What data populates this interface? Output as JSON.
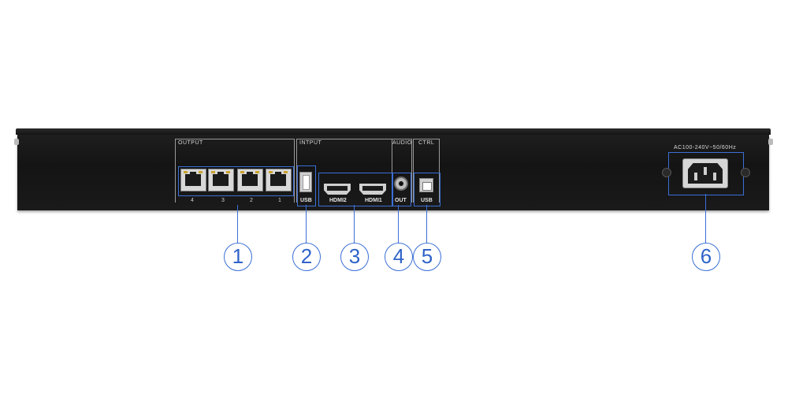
{
  "panels": {
    "output": "OUTPUT",
    "input": "INTPUT",
    "audio": "AUDIO",
    "ctrl": "CTRL",
    "power": "AC100-240V~50/60Hz"
  },
  "port_labels": {
    "ethernet": [
      "4",
      "3",
      "2",
      "1"
    ],
    "usb_in": "USB",
    "hdmi2": "HDMI2",
    "hdmi1": "HDMI1",
    "audio_out": "OUT",
    "usb_ctrl": "USB"
  },
  "callouts": [
    "1",
    "2",
    "3",
    "4",
    "5",
    "6"
  ],
  "colors": {
    "accent": "#3b6fd6",
    "chassis": "#1a1a1a",
    "background": "#ffffff"
  }
}
